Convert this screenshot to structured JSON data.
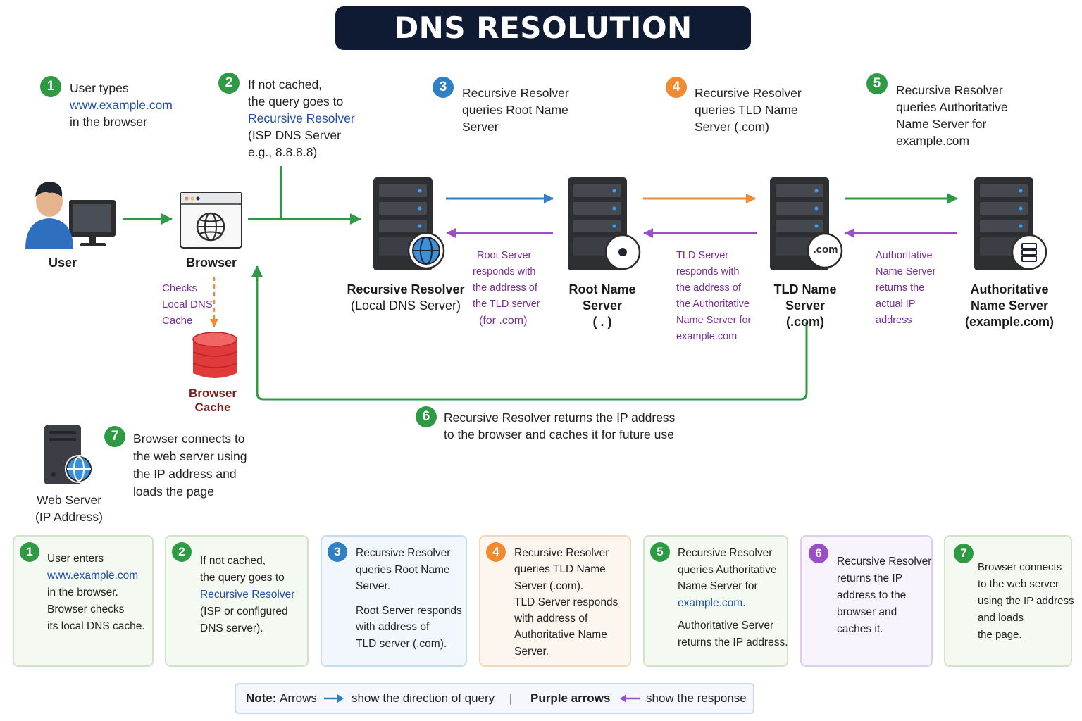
{
  "title": "DNS RESOLUTION PROCESS",
  "colors": {
    "green": "#2e9a44",
    "blue": "#2f7fc4",
    "orange": "#f08a33",
    "purple": "#9b4fc7",
    "navy": "#0f1b33",
    "red": "#e03a3a"
  },
  "steps": [
    {
      "num": "1",
      "lines": [
        "User types",
        "www.example.com",
        "in the browser"
      ]
    },
    {
      "num": "2",
      "lines": [
        "If not cached,",
        "the query goes to",
        "Recursive Resolver",
        "(ISP DNS Server",
        "e.g., 8.8.8.8)"
      ]
    },
    {
      "num": "3",
      "lines": [
        "Recursive Resolver",
        "queries Root Name",
        "Server"
      ]
    },
    {
      "num": "4",
      "lines": [
        "Recursive Resolver",
        "queries TLD Name",
        "Server (.com)"
      ]
    },
    {
      "num": "5",
      "lines": [
        "Recursive Resolver",
        "queries Authoritative",
        "Name Server for",
        "example.com"
      ]
    },
    {
      "num": "6",
      "lines": [
        "Recursive Resolver returns the IP address",
        "to the browser and caches it for future use"
      ]
    },
    {
      "num": "7",
      "lines": [
        "Browser connects to",
        "the web server using",
        "the IP address and",
        "loads the page"
      ]
    }
  ],
  "nodes": {
    "user": "User",
    "browser": "Browser",
    "cache_note": [
      "Checks",
      "Local DNS",
      "Cache"
    ],
    "browser_cache": "Browser Cache",
    "resolver": [
      "Recursive Resolver",
      "(Local DNS Server)"
    ],
    "root": [
      "Root Name Server",
      "( . )"
    ],
    "tld": [
      "TLD Name Server",
      "(.com)"
    ],
    "tld_badge": ".com",
    "auth": [
      "Authoritative",
      "Name Server",
      "(example.com)"
    ],
    "webserver": [
      "Web Server",
      "(IP Address)"
    ]
  },
  "responses": {
    "root": [
      "Root Server",
      "responds with",
      "the address of",
      "the TLD server",
      "(for .com)"
    ],
    "tld": [
      "TLD Server",
      "responds with",
      "the address of",
      "the Authoritative",
      "Name Server for",
      "example.com"
    ],
    "auth": [
      "Authoritative",
      "Name Server",
      "returns the",
      "actual IP",
      "address"
    ]
  },
  "cards": [
    {
      "num": "1",
      "lines": [
        "User enters",
        "www.example.com",
        "in the browser.",
        "Browser checks",
        "its local DNS cache."
      ]
    },
    {
      "num": "2",
      "lines": [
        "If not cached,",
        "the query goes to",
        "Recursive Resolver",
        "(ISP or configured",
        "DNS server)."
      ]
    },
    {
      "num": "3",
      "lines": [
        "Recursive Resolver",
        "queries Root Name",
        "Server.",
        "",
        "Root Server responds",
        "with address of",
        "TLD server (.com)."
      ]
    },
    {
      "num": "4",
      "lines": [
        "Recursive Resolver",
        "queries TLD Name",
        "Server (.com).",
        "TLD Server responds",
        "with address of",
        "Authoritative Name",
        "Server."
      ]
    },
    {
      "num": "5",
      "lines": [
        "Recursive Resolver",
        "queries Authoritative",
        "Name Server for",
        "example.com.",
        "",
        "Authoritative Server",
        "returns the IP address."
      ]
    },
    {
      "num": "6",
      "lines": [
        "Recursive Resolver",
        "returns the IP",
        "address to the",
        "browser and",
        "caches it."
      ]
    },
    {
      "num": "7",
      "lines": [
        "Browser connects",
        "to the web server",
        "using the IP address",
        "and loads",
        "the page."
      ]
    }
  ],
  "note": {
    "prefix": "Note:",
    "arrows": "Arrows",
    "query": "show the direction of query",
    "sep": "|",
    "purple": "Purple arrows",
    "response": "show the response"
  }
}
